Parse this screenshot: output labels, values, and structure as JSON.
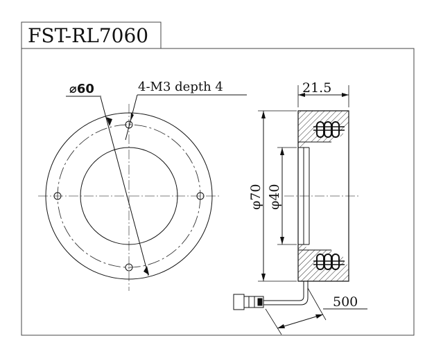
{
  "title": "FST-RL7060",
  "front_view": {
    "diameter_label": "⌀60",
    "hole_label": "4-M3 depth 4"
  },
  "side_view": {
    "width_label": "21.5",
    "outer_diameter_label": "φ70",
    "inner_diameter_label": "φ40",
    "cable_length_label": "500"
  },
  "colors": {
    "line": "#111111",
    "thin_line": "#555555",
    "hatch": "#222222"
  }
}
